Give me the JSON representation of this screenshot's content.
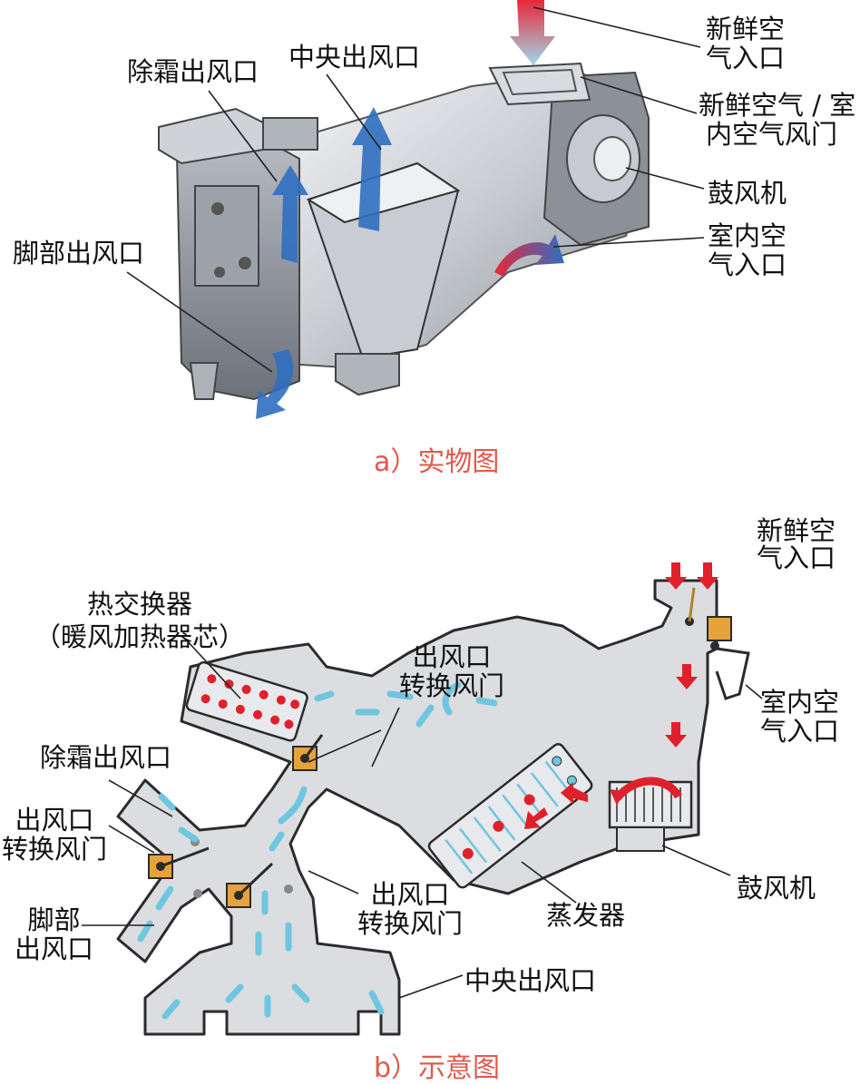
{
  "panel_a": {
    "caption": "a）实物图",
    "labels": {
      "fresh_air_inlet": [
        "新鲜空",
        "气入口"
      ],
      "fresh_recirc_door": [
        "新鲜空气 / 室",
        "内空气风门"
      ],
      "blower": "鼓风机",
      "recirc_inlet": [
        "室内空",
        "气入口"
      ],
      "defrost_outlet": "除霜出风口",
      "center_outlet": "中央出风口",
      "foot_outlet": "脚部出风口"
    }
  },
  "panel_b": {
    "caption": "b）示意图",
    "labels": {
      "fresh_air_inlet": [
        "新鲜空",
        "气入口"
      ],
      "heater_core": [
        "热交换器",
        "（暖风加热器芯）"
      ],
      "outlet_door_top": [
        "出风口",
        "转换风门"
      ],
      "defrost_outlet": "除霜出风口",
      "outlet_door_left": [
        "出风口",
        "转换风门"
      ],
      "foot_outlet": [
        "脚部",
        "出风口"
      ],
      "outlet_door_mid": [
        "出风口",
        "转换风门"
      ],
      "evaporator": "蒸发器",
      "recirc_inlet": [
        "室内空",
        "气入口"
      ],
      "blower": "鼓风机",
      "center_outlet": "中央出风口"
    }
  },
  "colors": {
    "caption": "#e05a4b",
    "duct_fill": "#dcdde0",
    "duct_stroke": "#2b2b2b",
    "airflow_light": "#6fc6e0",
    "airflow_blue": "#2f6fc0",
    "hot_red": "#e0202a",
    "door_orange": "#e6a23c"
  }
}
